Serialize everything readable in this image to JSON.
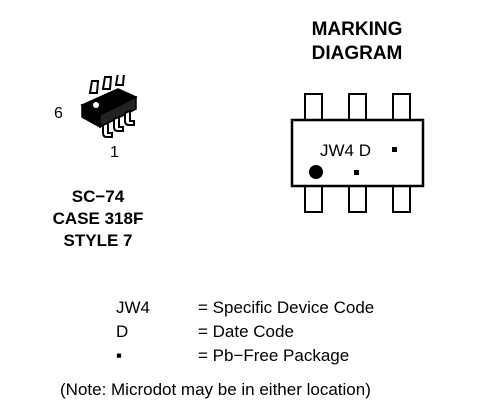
{
  "package": {
    "pin_six_label": "6",
    "pin_one_label": "1",
    "name_line1": "SC−74",
    "name_line2": "CASE 318F",
    "name_line3": "STYLE 7"
  },
  "marking": {
    "title_line1": "MARKING",
    "title_line2": "DIAGRAM",
    "code_text": "JW4 D"
  },
  "legend": [
    {
      "symbol": "JW4",
      "description": "= Specific Device Code"
    },
    {
      "symbol": "D",
      "description": "= Date Code"
    },
    {
      "symbol": "▪",
      "description": "= Pb−Free Package"
    }
  ],
  "note": "(Note: Microdot may be in either location)"
}
